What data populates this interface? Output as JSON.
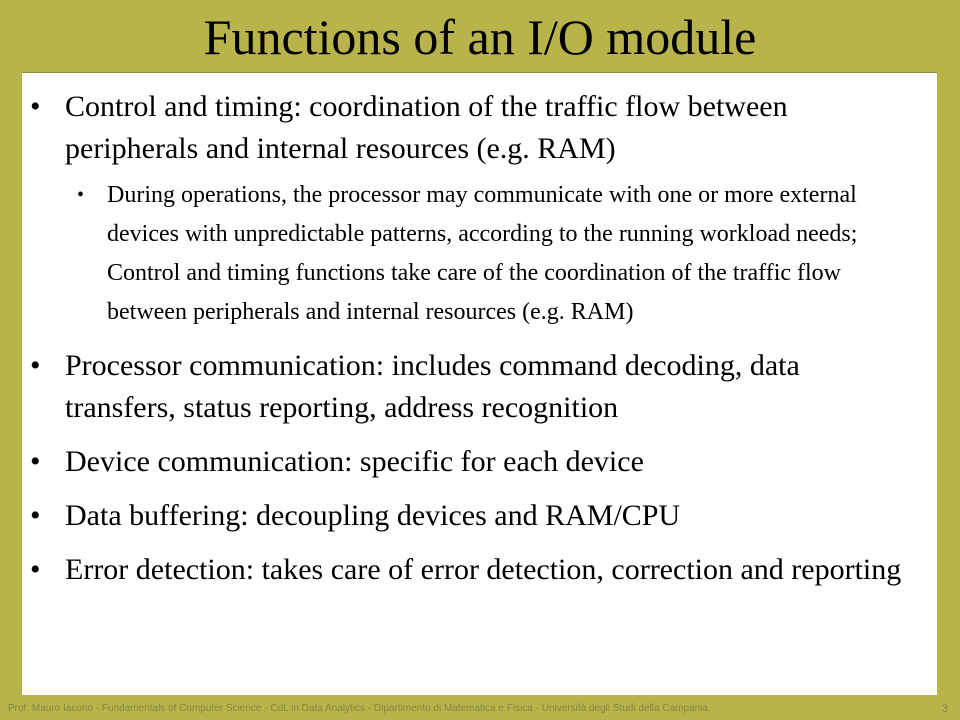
{
  "slide": {
    "title": "Functions of an I/O module",
    "bullets": [
      {
        "text": "Control and timing: coordination of the traffic flow between peripherals and internal resources (e.g. RAM)",
        "sub": [
          "During operations, the processor may communicate with one or more external devices with unpredictable patterns, according to the running workload needs; Control and timing functions take care of the coordination of the traffic flow between peripherals and internal resources (e.g. RAM)"
        ]
      },
      {
        "text": "Processor communication: includes command decoding, data transfers, status reporting, address recognition"
      },
      {
        "text": "Device communication: specific for each device"
      },
      {
        "text": "Data buffering: decoupling devices and RAM/CPU"
      },
      {
        "text": "Error detection: takes care of error detection, correction and reporting"
      }
    ],
    "bullet_symbol": "•"
  },
  "footer": {
    "text": "Prof. Mauro Iacono - Fundamentals of Computer Science - CdL in Data Analytics - Dipartimento di Matematica e Fisica - Università degli Studi della Campania",
    "page_number": "3"
  },
  "colors": {
    "background": "#b8b34a",
    "content_panel": "#ffffff",
    "footer_text": "#8a8640"
  }
}
